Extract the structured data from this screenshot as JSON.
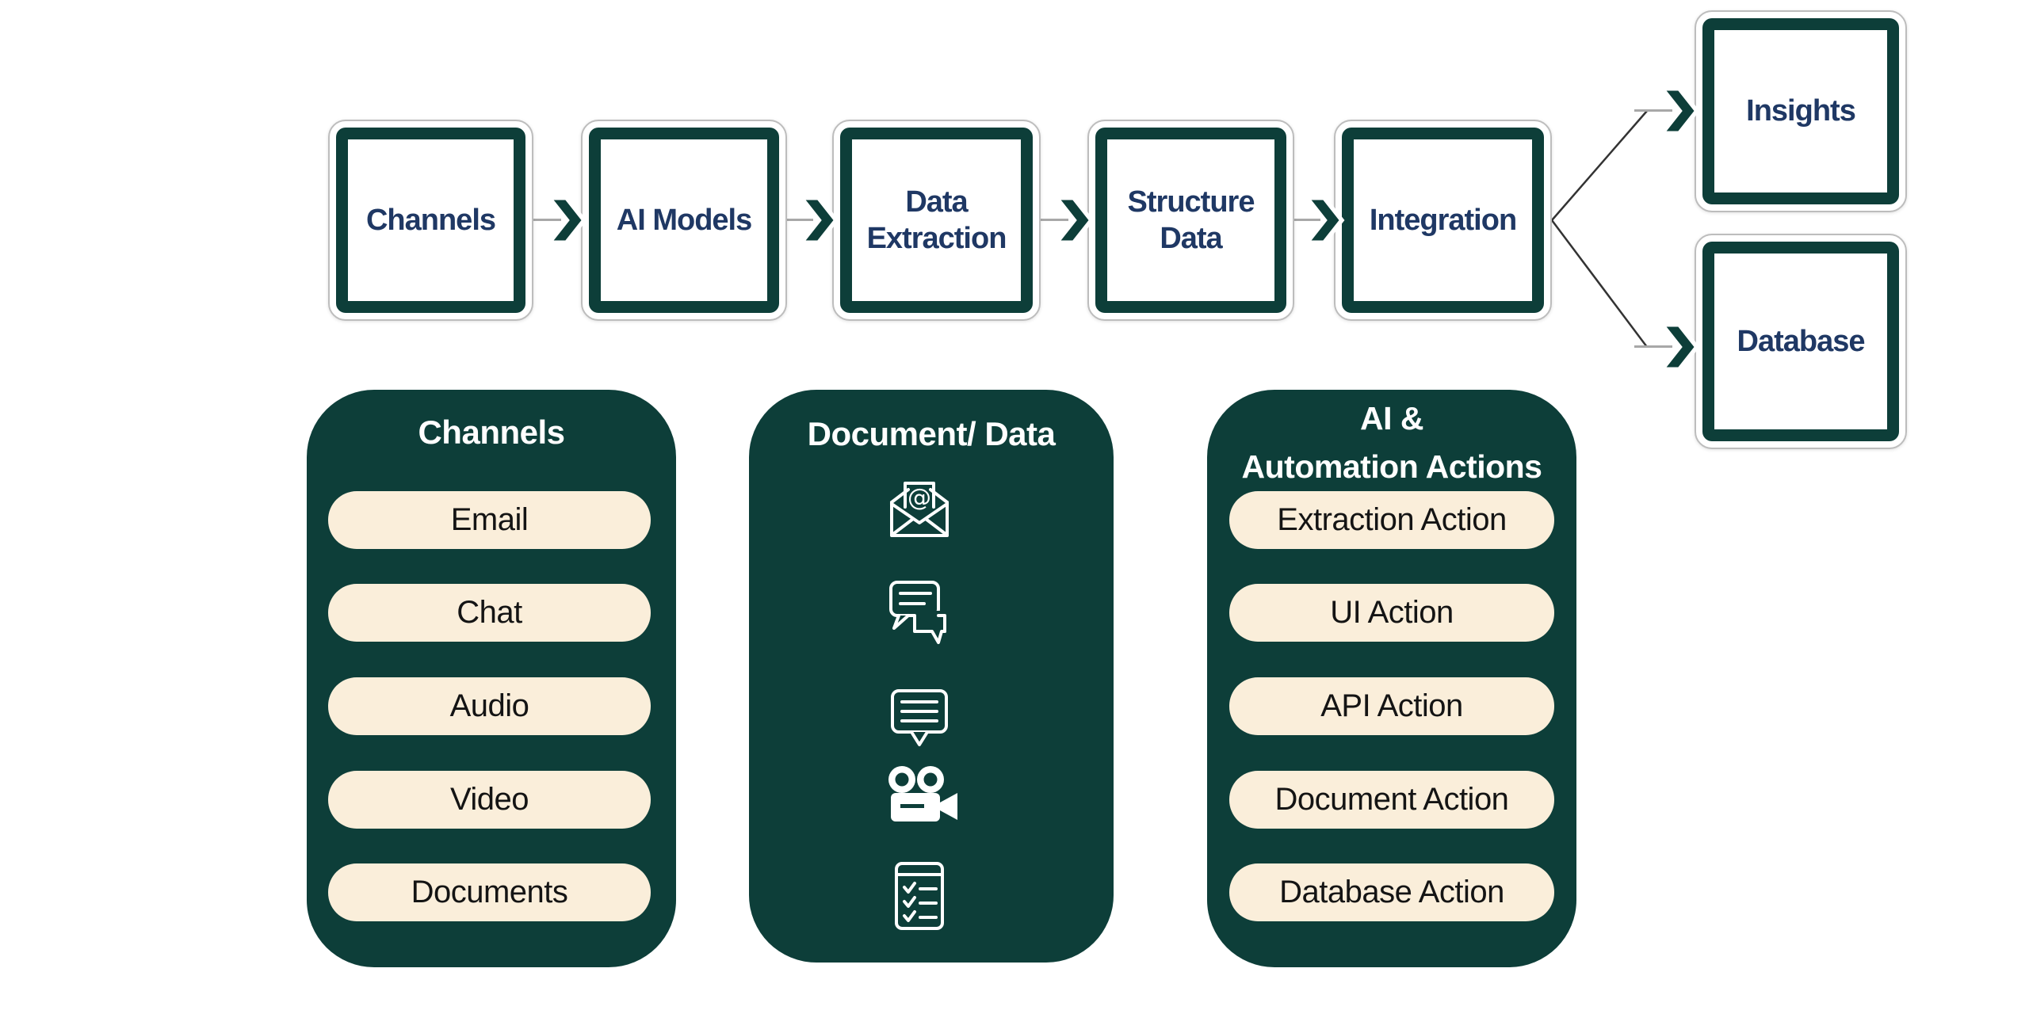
{
  "flow": {
    "boxes": [
      {
        "label": "Channels"
      },
      {
        "label": "AI Models"
      },
      {
        "label": "Data Extraction"
      },
      {
        "label": "Structure Data"
      },
      {
        "label": "Integration"
      }
    ],
    "outputs": [
      {
        "label": "Insights"
      },
      {
        "label": "Database"
      }
    ]
  },
  "panels": {
    "channels": {
      "title": "Channels",
      "items": [
        "Email",
        "Chat",
        "Audio",
        "Video",
        "Documents"
      ]
    },
    "document_data": {
      "title": "Document/ Data",
      "icons": [
        "open-email-icon",
        "chat-bubbles-icon",
        "message-bubble-icon",
        "video-camera-icon",
        "checklist-icon"
      ]
    },
    "ai_automation": {
      "title_line1": "AI &",
      "title_line2": "Automation Actions",
      "items": [
        "Extraction Action",
        "UI Action",
        "API Action",
        "Document Action",
        "Database Action"
      ]
    }
  },
  "colors": {
    "teal": "#0d3e39",
    "cream": "#faeeda",
    "navy_text": "#1f3864",
    "connector_gray": "#a8a8a8",
    "branch_line": "#333333",
    "frame_gray": "#bdbdbd",
    "pill_text": "#141414"
  }
}
